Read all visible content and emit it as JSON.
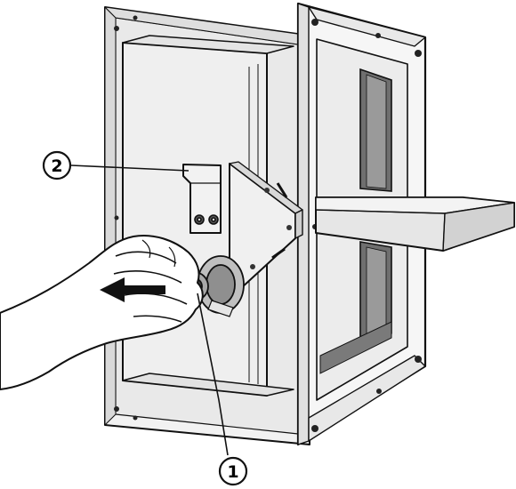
{
  "callouts": [
    {
      "id": "1",
      "label": "1"
    },
    {
      "id": "2",
      "label": "2"
    }
  ],
  "colors": {
    "line": "#111111",
    "panel_light": "#f4f4f4",
    "panel_mid": "#e6e6e6",
    "panel_dark": "#cfcfcf",
    "glass_dark": "#6f6f6f",
    "skin": "#ffffff"
  }
}
